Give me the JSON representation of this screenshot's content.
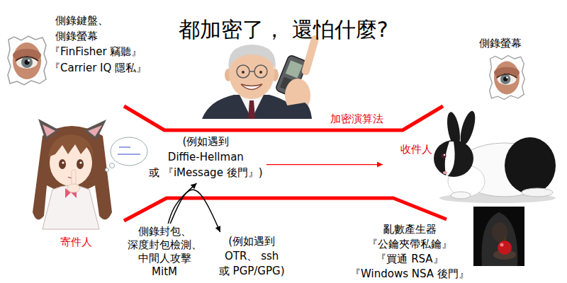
{
  "diagram": {
    "title": "都加密了， 還怕什麼?",
    "nodes": [
      {
        "text": [
          "(例如遇到",
          "Diffie-Hellman",
          "或 『iMessage 後門』)"
        ]
      },
      {
        "text": [
          "收件人"
        ]
      },
      {
        "text": [
          "寄件人"
        ]
      },
      {
        "text": [
          "側錄封包、",
          "深度封包檢測、",
          "中間人攻擊",
          "MitM"
        ]
      },
      {
        "text": [
          "(例如遇到",
          "OTR、 ssh",
          "或 PGP/GPG)"
        ]
      }
    ],
    "edges": [
      {
        "from": 0,
        "to": 1,
        "arrow": "to"
      },
      {
        "from": 3,
        "to": 0,
        "arrow": "to"
      },
      {
        "from": 3,
        "to": 4,
        "arrow": "to"
      }
    ],
    "labels": [
      "側錄鍵盤、",
      "側錄螢幕",
      "『FinFisher 竊聽』",
      "『Carrier IQ 隱私』",
      "側錄螢幕",
      "加密演算法",
      "亂數產生器",
      "『公鑰夾帶私鑰』",
      "『買通 RSA』",
      "『Windows NSA 後門』"
    ]
  }
}
